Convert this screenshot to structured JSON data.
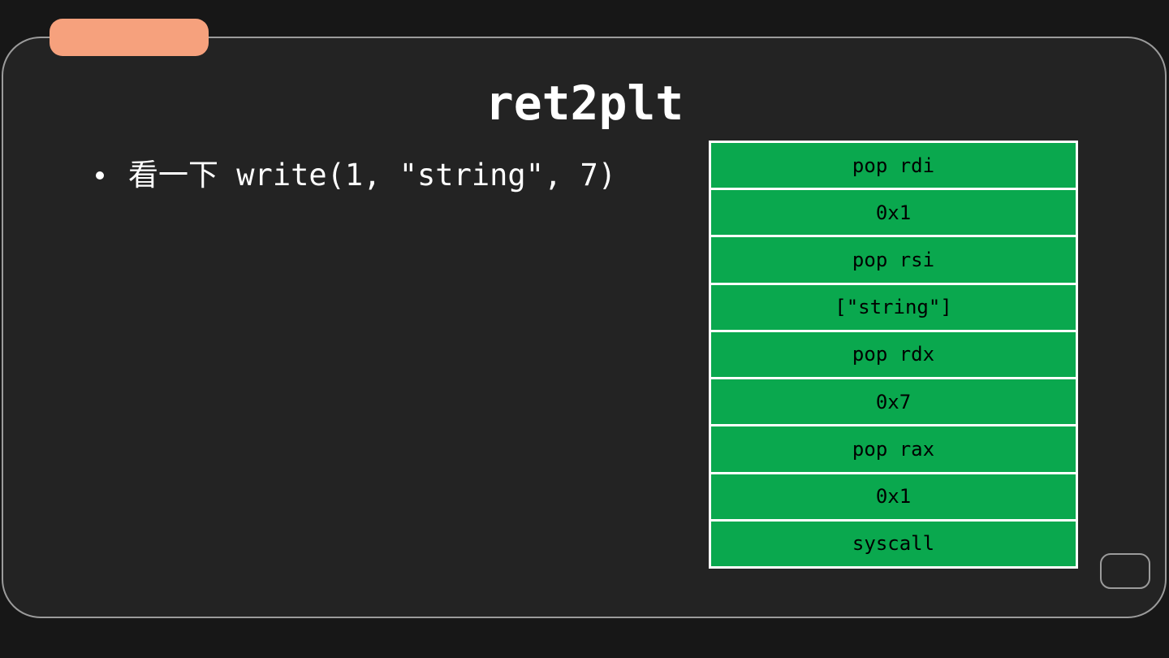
{
  "slide": {
    "title": "ret2plt",
    "bullet": "看一下 write(1, \"string\", 7)"
  },
  "stack": {
    "rows": [
      "pop rdi",
      "0x1",
      "pop rsi",
      "[\"string\"]",
      "pop rdx",
      "0x7",
      "pop rax",
      "0x1",
      "syscall"
    ]
  },
  "colors": {
    "outer-bg": "#171717",
    "slide-bg": "#232323",
    "frame-border": "#9b9b9b",
    "accent-tab": "#f6a17d",
    "stack-cell": "#0aa84e",
    "stack-border": "#ffffff",
    "stack-text": "#000000",
    "text": "#ffffff"
  }
}
